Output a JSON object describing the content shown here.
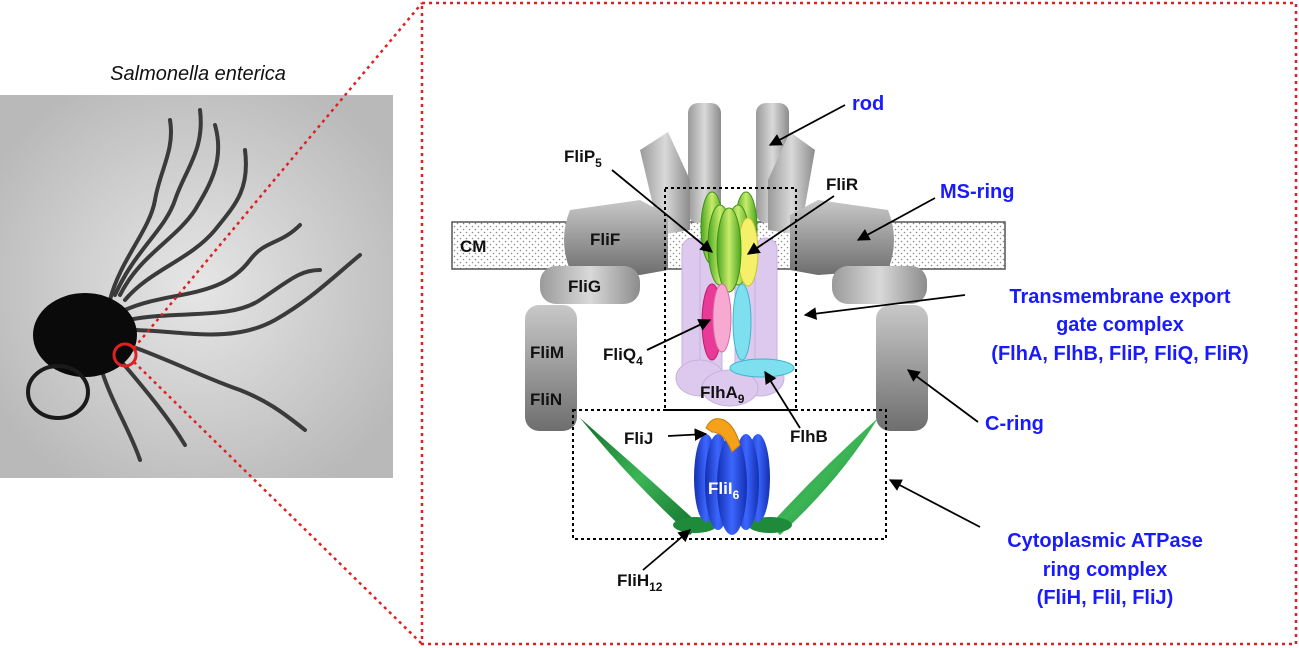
{
  "micrograph": {
    "title": "Salmonella enterica"
  },
  "labels": {
    "cm": "CM",
    "flif": "FliF",
    "flig": "FliG",
    "flim": "FliM",
    "flin": "FliN",
    "flip": "FliP",
    "flip_sub": "5",
    "fliq": "FliQ",
    "fliq_sub": "4",
    "flia": "FlhA",
    "flia_sub": "9",
    "flir": "FliR",
    "flhb": "FlhB",
    "flij": "FliJ",
    "flii": "FliI",
    "flii_sub": "6",
    "flih": "FliH",
    "flih_sub": "12"
  },
  "callouts": {
    "rod": "rod",
    "ms_ring": "MS-ring",
    "export_gate_1": "Transmembrane export",
    "export_gate_2": "gate complex",
    "export_gate_3": "(FlhA, FlhB, FliP, FliQ, FliR)",
    "c_ring": "C-ring",
    "atpase_1": "Cytoplasmic ATPase",
    "atpase_2": "ring complex",
    "atpase_3": "(FliH, FliI, FliJ)"
  },
  "colors": {
    "grey_light": "#c8c8c8",
    "grey_dark": "#7a7a7a",
    "green": "#6fbf2e",
    "lime": "#c9e85a",
    "yellow": "#f5f06a",
    "magenta": "#e0308c",
    "cyan": "#6fd6ea",
    "lavender": "#d8c4ec",
    "blue": "#1e3fd8",
    "orange": "#f5a21a",
    "stalk_green": "#1e8a3a",
    "callout_blue": "#1a1aff",
    "frame_red": "#e02020"
  }
}
